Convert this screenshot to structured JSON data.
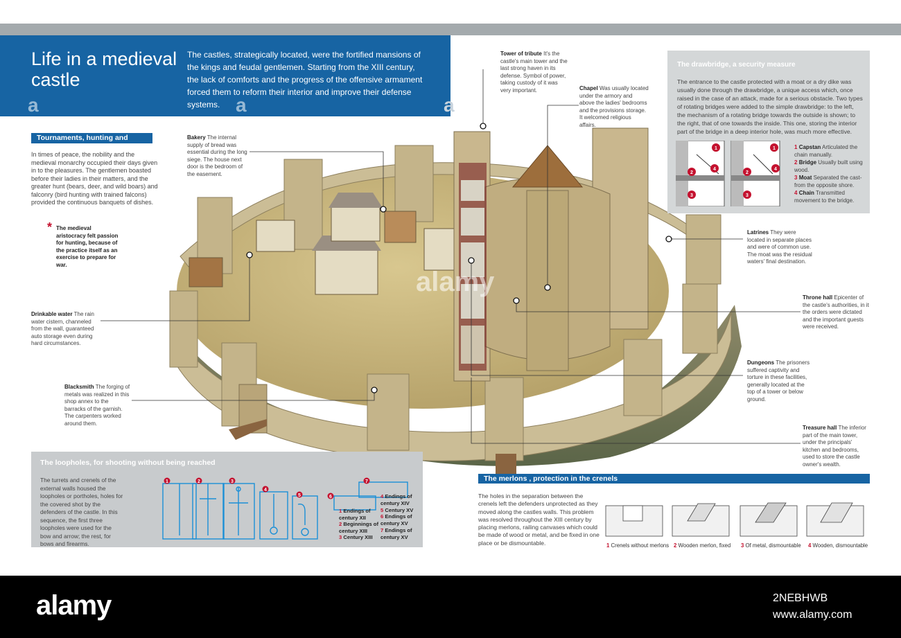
{
  "header": {
    "title": "Life in a medieval castle",
    "intro": "The castles, strategically located, were the fortified mansions of the kings and feudal gentlemen. Starting from the XIII century, the lack of comforts and the progress of the offensive armament forced them to reform their interior and improve their defense systems."
  },
  "tournaments": {
    "heading": "Tournaments, hunting and banquets",
    "text": "In times of peace, the nobility and the medieval monarchy occupied their days given in to the pleasures. The gentlemen boasted before their ladies in their matters, and the greater hunt (bears, deer, and wild boars) and falconry (bird hunting with trained falcons) provided the continuous banquets of dishes.",
    "asterisk": "*",
    "note": "The medieval aristocracy felt passion for hunting, because of the practice itself as an exercise to prepare for war."
  },
  "callouts": {
    "tower": {
      "title": "Tower of tribute",
      "text": "It's the castle's main tower and the last strong haven in its defense. Symbol of power, taking custody of it was very important."
    },
    "chapel": {
      "title": "Chapel",
      "text": "Was usually located under the armory and above the ladies' bedrooms and the provisions storage. It welcomed religious affairs."
    },
    "bakery": {
      "title": "Bakery",
      "text": "The internal supply of bread was essential during the long siege. The house next door is the bedroom of the easement."
    },
    "water": {
      "title": "Drinkable water",
      "text": "The rain water cistern, channeled from the wall, guaranteed auto storage even during hard circumstances."
    },
    "blacksmith": {
      "title": "Blacksmith",
      "text": "The forging of metals was realized in this shop annex to the barracks of the garnish. The carpenters worked around them."
    },
    "latrines": {
      "title": "Latrines",
      "text": "They were located in separate places and were of common use. The moat was the residual waters' final destination."
    },
    "throne": {
      "title": "Throne hall",
      "text": "Epicenter of the castle's authorities, in it the orders were dictated and the important guests were received."
    },
    "dungeons": {
      "title": "Dungeons",
      "text": "The prisoners suffered captivity and torture in these facilities, generally located at the top of a tower or below ground."
    },
    "treasure": {
      "title": "Treasure hall",
      "text": "The inferior part of the main tower, under the principals' kitchen and bedrooms, used to store the castle owner's wealth."
    }
  },
  "drawbridge": {
    "heading": "The drawbridge, a security measure",
    "text": "The entrance to the castle protected with a moat or a dry dike was usually done through the drawbridge, a unique access which, once raised in the case of an attack, made for a serious obstacle. Two types of rotating bridges were added to the simple drawbridge: to the left, the mechanism of a rotating bridge towards the outside is shown; to the right, that of one towards the inside. This one, storing the interior part of the bridge in a deep interior hole, was much more effective.",
    "items": [
      {
        "n": "1",
        "title": "Capstan",
        "text": "Articulated the chain manually."
      },
      {
        "n": "2",
        "title": "Bridge",
        "text": "Usually built using wood."
      },
      {
        "n": "3",
        "title": "Moat",
        "text": "Separated the cast- from the opposite shore."
      },
      {
        "n": "4",
        "title": "Chain",
        "text": "Transmitted movement to the bridge."
      }
    ]
  },
  "loopholes": {
    "heading": "The loopholes, for shooting without being reached",
    "text": "The turrets and crenels of the external walls housed the loopholes or portholes, holes for the covered shot by the defenders of the castle. In this sequence, the first three loopholes were used for the bow and arrow; the rest, for bows and firearms.",
    "numbers": [
      "1",
      "2",
      "3",
      "4",
      "5",
      "6",
      "7"
    ],
    "legend_left": [
      {
        "n": "1",
        "label": "Endings of century XII"
      },
      {
        "n": "2",
        "label": "Beginnings of century XIII"
      },
      {
        "n": "3",
        "label": "Century XIII"
      }
    ],
    "legend_right": [
      {
        "n": "4",
        "label": "Endings of century XIV"
      },
      {
        "n": "5",
        "label": "Century XV"
      },
      {
        "n": "6",
        "label": "Endings of century XV"
      },
      {
        "n": "7",
        "label": "Endings of century XV"
      }
    ]
  },
  "merlons": {
    "heading": "The merlons , protection in the crenels",
    "text": "The holes in the separation between the crenels left the defenders unprotected as they moved along the castles walls. This problem was resolved throughout the XIII century by placing merlons, railing canvases which could be made of wood or metal, and be fixed in one place or be dismountable.",
    "captions": [
      {
        "n": "1",
        "label": "Crenels without merlons"
      },
      {
        "n": "2",
        "label": "Wooden merlon, fixed"
      },
      {
        "n": "3",
        "label": "Of metal, dismountable"
      },
      {
        "n": "4",
        "label": "Wooden, dismountable"
      }
    ]
  },
  "footer": {
    "logo": "alamy",
    "image_id": "2NEBHWB",
    "site": "www.alamy.com",
    "watermark": "alamy",
    "wm_letter": "a"
  },
  "colors": {
    "brand_blue": "#1764a3",
    "accent_red": "#c4122f",
    "footer": "#000000",
    "panel_grey": "#c8cbcd"
  }
}
